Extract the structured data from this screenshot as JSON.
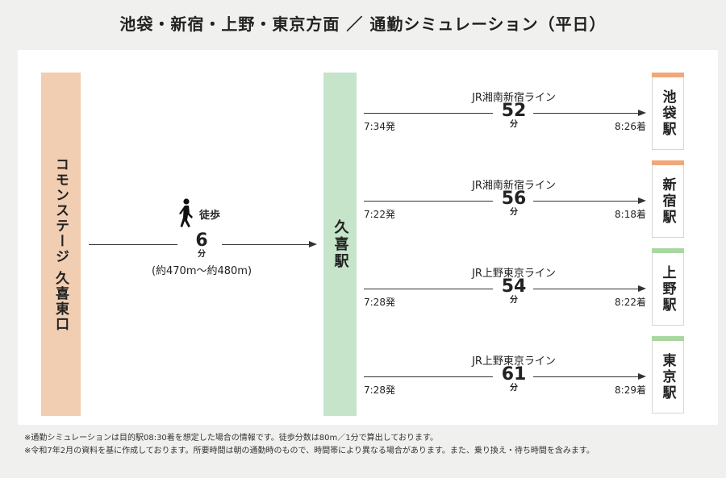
{
  "title": "池袋・新宿・上野・東京方面 ／ 通勤シミュレーション（平日）",
  "origin": {
    "name": "コモンステージ 久喜東口",
    "color": "#f1cdb1"
  },
  "walk": {
    "label": "徒歩",
    "minutes": "6",
    "unit": "分",
    "distance": "(約470m〜約480m)"
  },
  "hub": {
    "name": "久喜駅",
    "color": "#c5e4c9"
  },
  "routes": [
    {
      "line": "JR湘南新宿ライン",
      "minutes": "52",
      "unit": "分",
      "depart": "7:34発",
      "arrive": "8:26着",
      "dest": "池袋駅",
      "accent": "#f0a878"
    },
    {
      "line": "JR湘南新宿ライン",
      "minutes": "56",
      "unit": "分",
      "depart": "7:22発",
      "arrive": "8:18着",
      "dest": "新宿駅",
      "accent": "#f0a878"
    },
    {
      "line": "JR上野東京ライン",
      "minutes": "54",
      "unit": "分",
      "depart": "7:28発",
      "arrive": "8:22着",
      "dest": "上野駅",
      "accent": "#a8d8a0"
    },
    {
      "line": "JR上野東京ライン",
      "minutes": "61",
      "unit": "分",
      "depart": "7:28発",
      "arrive": "8:29着",
      "dest": "東京駅",
      "accent": "#a8d8a0"
    }
  ],
  "notes": [
    "※通勤シミュレーションは目的駅08:30着を想定した場合の情報です。徒歩分数は80m／1分で算出しております。",
    "※令和7年2月の資料を基に作成しております。所要時間は朝の通勤時のもので、時間帯により異なる場合があります。また、乗り換え・待ち時間を含みます。"
  ]
}
